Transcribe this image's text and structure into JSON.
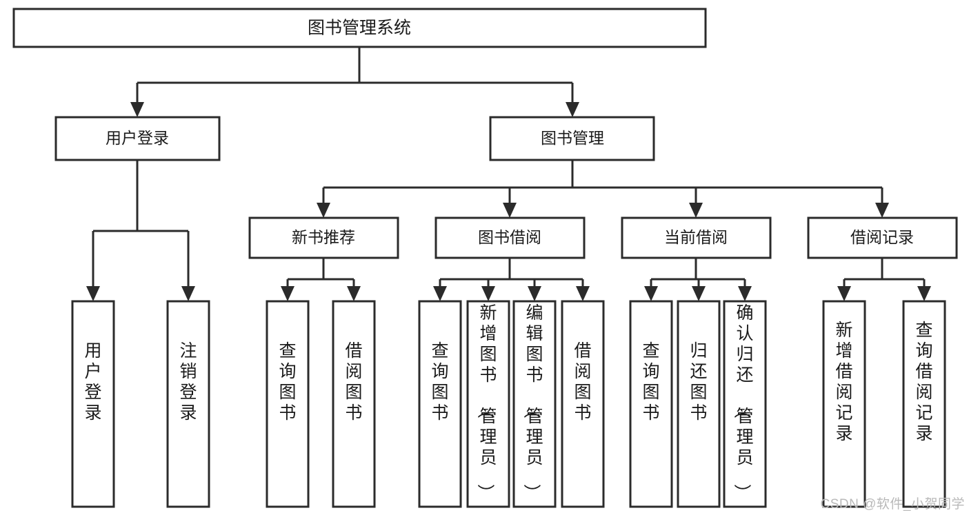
{
  "diagram": {
    "type": "hierarchy-tree",
    "title": "图书管理系统",
    "watermark": "CSDN @软件_小贺同学",
    "colors": {
      "stroke": "#2b2b2b",
      "fill": "#ffffff",
      "text": "#1a1a1a",
      "watermark": "#b9b9b9"
    },
    "root": {
      "label": "图书管理系统",
      "name": "root-node"
    },
    "level2": [
      {
        "label": "用户登录",
        "name": "node-user-login"
      },
      {
        "label": "图书管理",
        "name": "node-book-management"
      }
    ],
    "level3": [
      {
        "label": "新书推荐",
        "name": "node-new-book-recommend"
      },
      {
        "label": "图书借阅",
        "name": "node-book-borrow"
      },
      {
        "label": "当前借阅",
        "name": "node-current-borrow"
      },
      {
        "label": "借阅记录",
        "name": "node-borrow-record"
      }
    ],
    "leaves": {
      "user_login": [
        {
          "label": "用户登录",
          "name": "leaf-user-login"
        },
        {
          "label": "注销登录",
          "name": "leaf-logout"
        }
      ],
      "new_book_recommend": [
        {
          "label": "查询图书",
          "name": "leaf-query-book-1"
        },
        {
          "label": "借阅图书",
          "name": "leaf-borrow-book-1"
        }
      ],
      "book_borrow": [
        {
          "label": "查询图书",
          "name": "leaf-query-book-2"
        },
        {
          "label": "新增图书（管理员）",
          "name": "leaf-add-book-admin"
        },
        {
          "label": "编辑图书（管理员）",
          "name": "leaf-edit-book-admin"
        },
        {
          "label": "借阅图书",
          "name": "leaf-borrow-book-2"
        }
      ],
      "current_borrow": [
        {
          "label": "查询图书",
          "name": "leaf-query-book-3"
        },
        {
          "label": "归还图书",
          "name": "leaf-return-book"
        },
        {
          "label": "确认归还（管理员）",
          "name": "leaf-confirm-return-admin"
        }
      ],
      "borrow_record": [
        {
          "label": "新增借阅记录",
          "name": "leaf-add-borrow-record"
        },
        {
          "label": "查询借阅记录",
          "name": "leaf-query-borrow-record"
        }
      ]
    }
  }
}
